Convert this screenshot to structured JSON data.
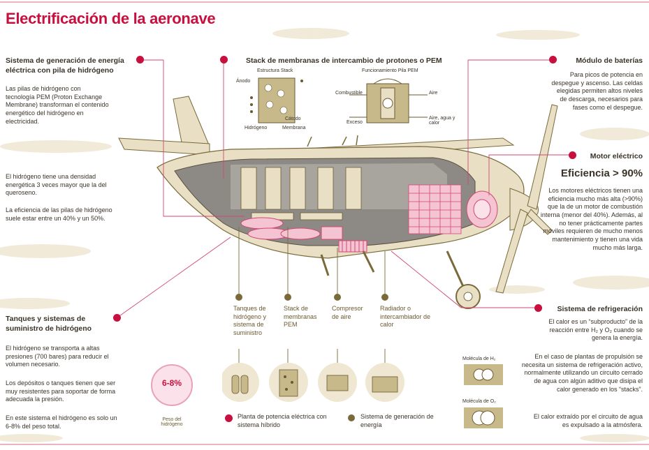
{
  "title": "Electrificación de la aeronave",
  "sections": {
    "hydrogen_system": {
      "heading": "Sistema de generación de energía eléctrica con pila de hidrógeno",
      "p1": "Las pilas de hidrógeno con tecnología PEM (Proton Exchange Membrane) transforman el contenido energético del hidrógeno en electricidad.",
      "p2": "El hidrógeno tiene una densidad energética 3 veces mayor que la del queroseno.",
      "p3": "La eficiencia de las pilas de hidrógeno suele estar entre un 40% y un 50%."
    },
    "pem_stack": {
      "heading": "Stack de membranas de intercambio de protones o PEM",
      "sub_left": "Estructura Stack",
      "sub_right": "Funcionamiento Pila PEM",
      "anodo": "Ánodo",
      "catodo": "Cátodo",
      "hidrogeno": "Hidrógeno",
      "membrana": "Membrana",
      "combustible": "Combustible",
      "exceso": "Exceso",
      "aire": "Aire",
      "aire_agua": "Aire, agua y calor"
    },
    "battery": {
      "heading": "Módulo de baterías",
      "p1": "Para picos de potencia en despegue y ascenso. Las celdas elegidas permiten altos niveles de descarga, necesarios para fases como el despegue."
    },
    "motor": {
      "heading": "Motor eléctrico",
      "efficiency": "Eficiencia > 90%",
      "p1": "Los motores eléctricos tienen una eficiencia mucho más alta (>90%) que la de un motor de combustión interna (menor del 40%). Además, al no tener prácticamente partes móviles requieren de mucho menos mantenimiento y tienen una vida mucho más larga."
    },
    "tanks": {
      "heading": "Tanques y sistemas de suministro de hidrógeno",
      "p1": "El hidrógeno se transporta a altas presiones (700 bares) para reducir el volumen necesario.",
      "p2": "Los depósitos o tanques tienen que ser muy resistentes para soportar de forma adecuada la presión.",
      "p3": "En este sistema el hidrógeno es solo un 6-8% del peso total.",
      "badge": "6-8%",
      "badge_caption": "Peso del hidrógeno"
    },
    "cooling": {
      "heading": "Sistema de refrigeración",
      "p1": "El calor es un “subproducto” de la reacción entre H₂ y O₂ cuando se genera la energía.",
      "p2": "En el caso de plantas de propulsión se necesita un sistema de refrigeración activo, normalmente utilizando un circuito cerrado de agua con algún aditivo que disipa el calor generado en los “stacks”.",
      "p3": "El calor extraído por el circuito de agua es expulsado a la atmósfera.",
      "mol_h2": "Molécula de H₂",
      "mol_o2": "Molécula de O₂"
    }
  },
  "components": [
    {
      "label": "Tanques de hidrógeno y sistema de suministro"
    },
    {
      "label": "Stack de membranas PEM"
    },
    {
      "label": "Compresor de aire"
    },
    {
      "label": "Radiador o intercambiador de calor"
    }
  ],
  "legend": {
    "hybrid": "Planta de potencia eléctrica con sistema híbrido",
    "generation": "Sistema de generación de energía"
  },
  "colors": {
    "accent": "#c8103e",
    "olive": "#7a6a3a",
    "beige": "#efe7d2",
    "pink": "#f2a9c0"
  }
}
